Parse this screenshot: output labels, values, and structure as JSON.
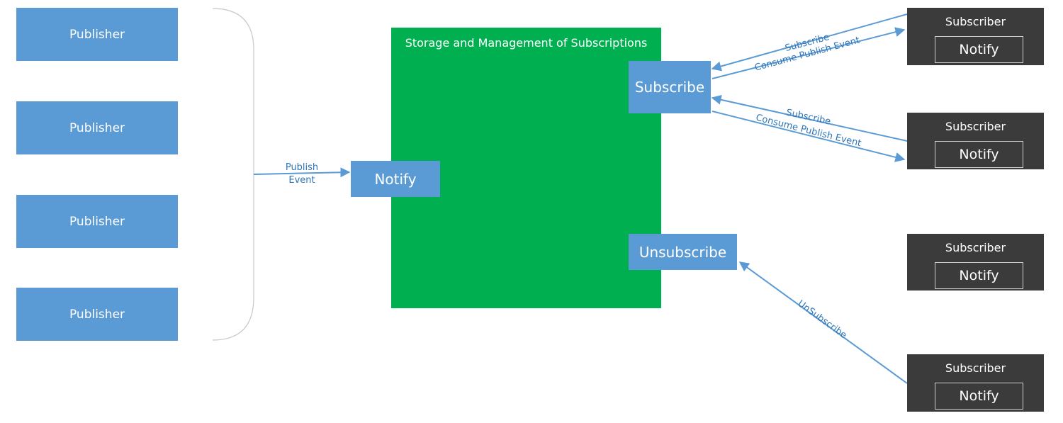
{
  "publishers": [
    {
      "label": "Publisher"
    },
    {
      "label": "Publisher"
    },
    {
      "label": "Publisher"
    },
    {
      "label": "Publisher"
    }
  ],
  "storage": {
    "title": "Storage and Management of Subscriptions"
  },
  "hub_buttons": {
    "notify": "Notify",
    "subscribe": "Subscribe",
    "unsubscribe": "Unsubscribe"
  },
  "subscribers": [
    {
      "label": "Subscriber",
      "notify": "Notify"
    },
    {
      "label": "Subscriber",
      "notify": "Notify"
    },
    {
      "label": "Subscriber",
      "notify": "Notify"
    },
    {
      "label": "Subscriber",
      "notify": "Notify"
    }
  ],
  "connectors": {
    "publish_event_line1": "Publish",
    "publish_event_line2": "Event",
    "subscribe_1": "Subscribe",
    "consume_1": "Consume Publish Event",
    "subscribe_2": "Subscribe",
    "consume_2": "Consume Publish Event",
    "unsubscribe": "UnSubscribe"
  },
  "colors": {
    "publisher": "#5b9bd5",
    "storage": "#00b050",
    "subscriber": "#3b3b3b",
    "connector": "#5b9bd5"
  }
}
